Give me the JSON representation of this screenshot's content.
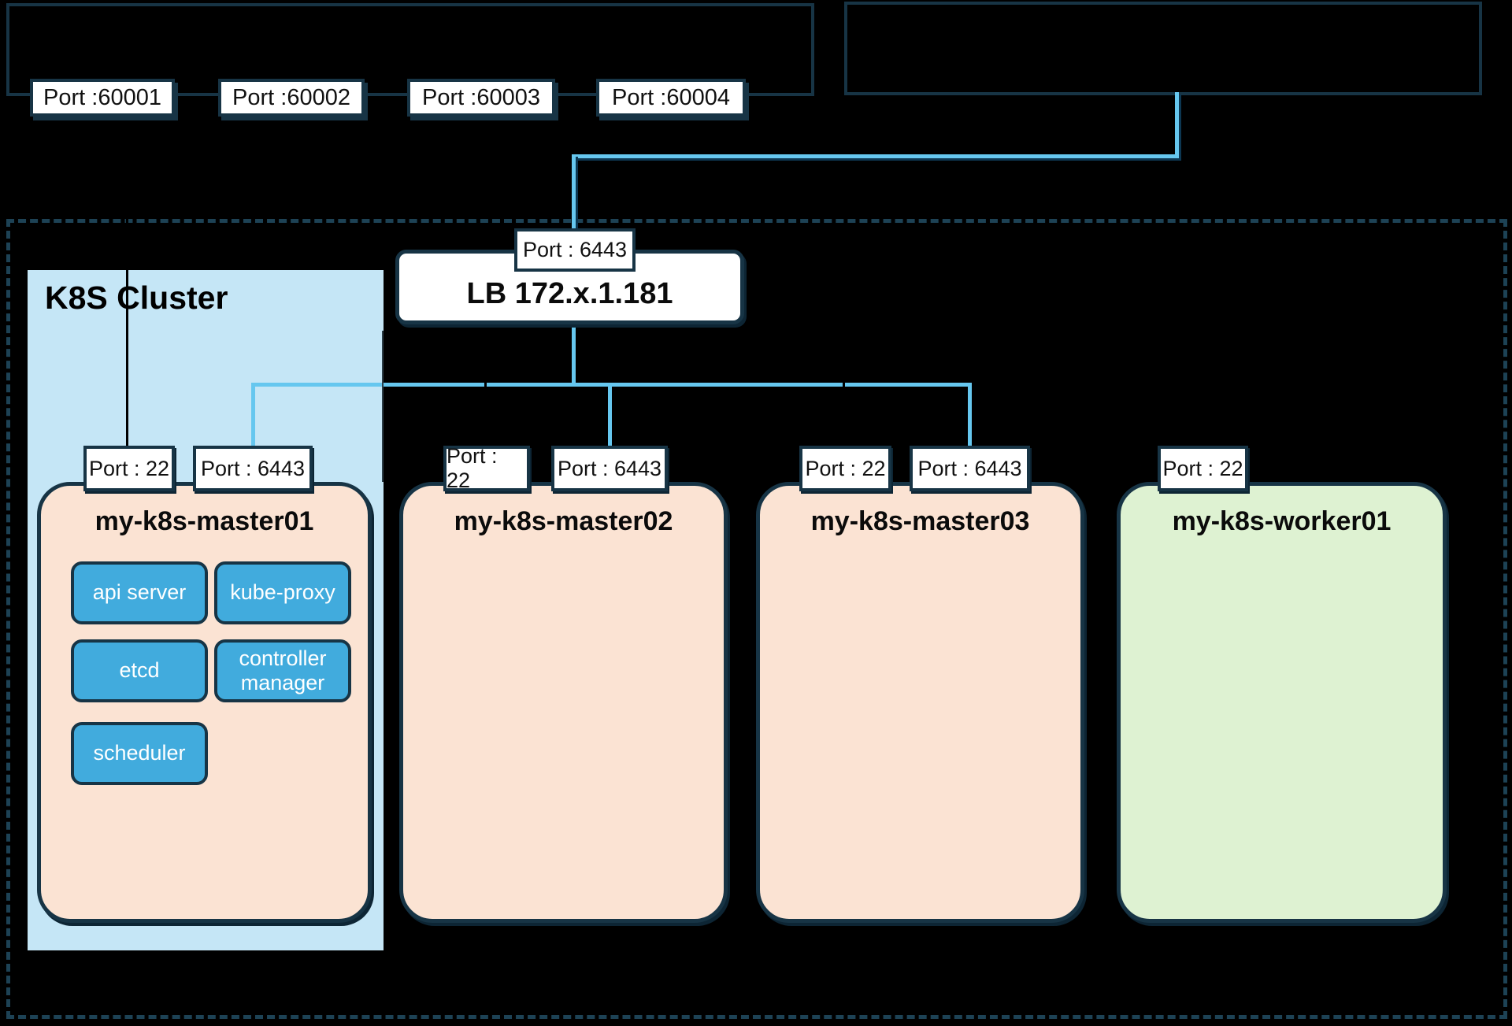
{
  "external_ports": {
    "p1": "Port :60001",
    "p2": "Port :60002",
    "p3": "Port :60003",
    "p4": "Port :60004"
  },
  "lb": {
    "port": "Port : 6443",
    "title": "LB 172.x.1.181"
  },
  "cluster": {
    "label": "K8S Cluster"
  },
  "nodes": {
    "master01": {
      "title": "my-k8s-master01",
      "port_ssh": "Port : 22",
      "port_api": "Port : 6443",
      "components": {
        "api_server": "api server",
        "kube_proxy": "kube-proxy",
        "etcd": "etcd",
        "controller_manager": "controller manager",
        "scheduler": "scheduler"
      }
    },
    "master02": {
      "title": "my-k8s-master02",
      "port_ssh": "Port : 22",
      "port_api": "Port : 6443"
    },
    "master03": {
      "title": "my-k8s-master03",
      "port_ssh": "Port : 22",
      "port_api": "Port : 6443"
    },
    "worker01": {
      "title": "my-k8s-worker01",
      "port_ssh": "Port : 22"
    }
  },
  "colors": {
    "background": "#000000",
    "outline": "#173445",
    "dash": "#1d4255",
    "panel": "#c5e6f6",
    "master": "#fbe3d3",
    "worker": "#def2d2",
    "comp": "#41abdd",
    "blue": "#66c7ef",
    "labelbg": "#ffffff",
    "textdark": "#111111",
    "textlight": "#ffffff"
  }
}
